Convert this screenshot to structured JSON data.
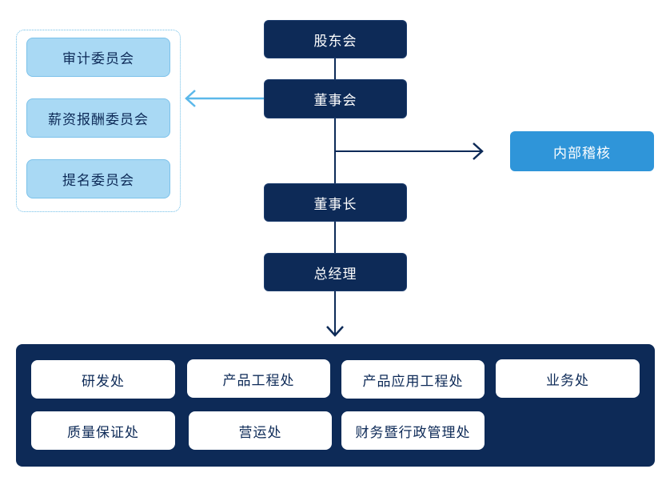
{
  "org": {
    "shareholders": "股东会",
    "board": "董事会",
    "chairman": "董事长",
    "general_manager": "总经理",
    "internal_audit": "内部稽核",
    "committees": [
      "审计委员会",
      "薪资报酬委员会",
      "提名委员会"
    ],
    "departments": [
      "研发处",
      "产品工程处",
      "产品应用工程处",
      "业务处",
      "质量保证处",
      "营运处",
      "财务暨行政管理处"
    ]
  },
  "colors": {
    "dark_box": "#0d2a57",
    "light_box": "#a9d9f4",
    "audit_box": "#2f95d9",
    "light_arrow": "#5bb8ea"
  }
}
